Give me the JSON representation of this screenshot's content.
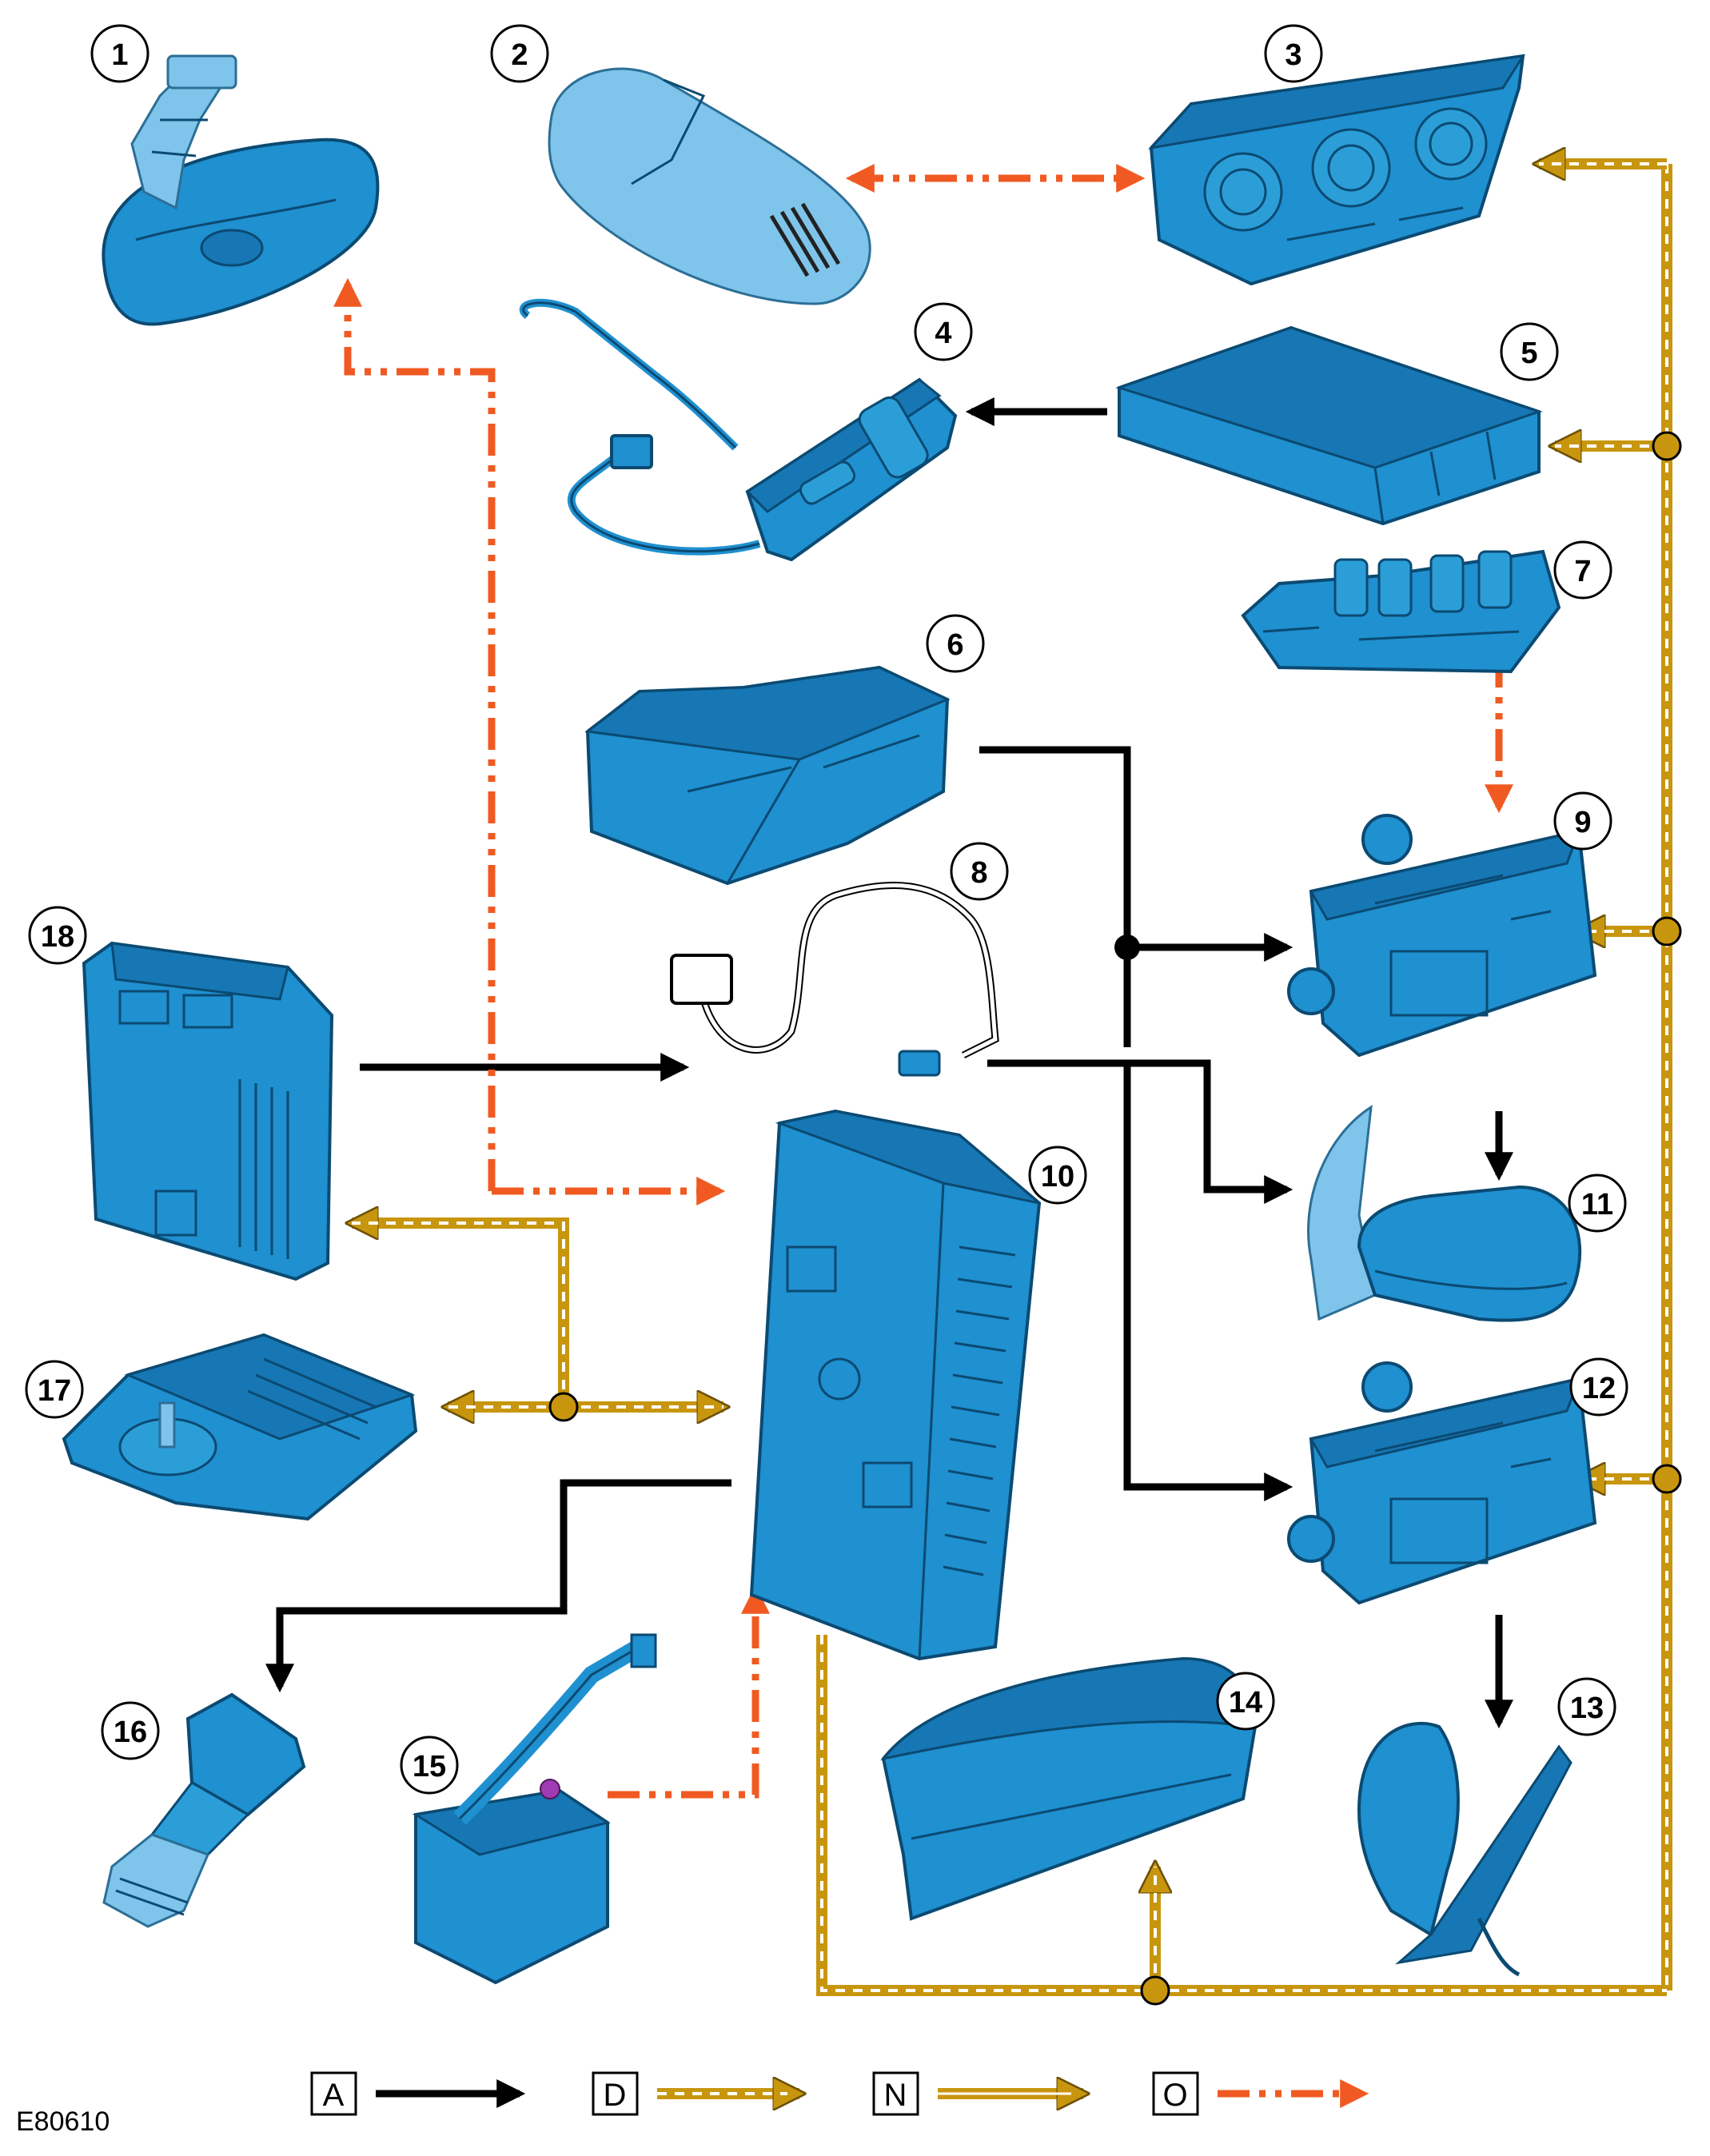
{
  "figure_ref": "E80610",
  "components": [
    {
      "number": "1",
      "icon": "auto-dimming-mirror-icon"
    },
    {
      "number": "2",
      "icon": "interior-mirror-rear-icon"
    },
    {
      "number": "3",
      "icon": "climate-control-panel-icon"
    },
    {
      "number": "4",
      "icon": "seat-switch-pack-icon"
    },
    {
      "number": "5",
      "icon": "control-module-box-icon"
    },
    {
      "number": "6",
      "icon": "control-module-box-icon"
    },
    {
      "number": "7",
      "icon": "window-switch-pack-icon"
    },
    {
      "number": "8",
      "icon": "wiring-harness-icon"
    },
    {
      "number": "9",
      "icon": "door-module-icon"
    },
    {
      "number": "10",
      "icon": "central-junction-box-icon"
    },
    {
      "number": "11",
      "icon": "exterior-mirror-icon"
    },
    {
      "number": "12",
      "icon": "door-module-icon"
    },
    {
      "number": "13",
      "icon": "exterior-mirror-rear-icon"
    },
    {
      "number": "14",
      "icon": "instrument-cluster-icon"
    },
    {
      "number": "15",
      "icon": "ignition-switch-icon"
    },
    {
      "number": "16",
      "icon": "pressure-sensor-icon"
    },
    {
      "number": "17",
      "icon": "shifter-module-icon"
    },
    {
      "number": "18",
      "icon": "engine-control-module-icon"
    }
  ],
  "legend": [
    {
      "key": "A",
      "line": "black-solid"
    },
    {
      "key": "D",
      "line": "gold-dashed"
    },
    {
      "key": "N",
      "line": "gold-dotted"
    },
    {
      "key": "O",
      "line": "orange-dash-dot"
    }
  ],
  "colors": {
    "component": "#1f90d0",
    "black_line": "#000000",
    "gold_line": "#c8960e",
    "orange_line": "#f05a22"
  }
}
